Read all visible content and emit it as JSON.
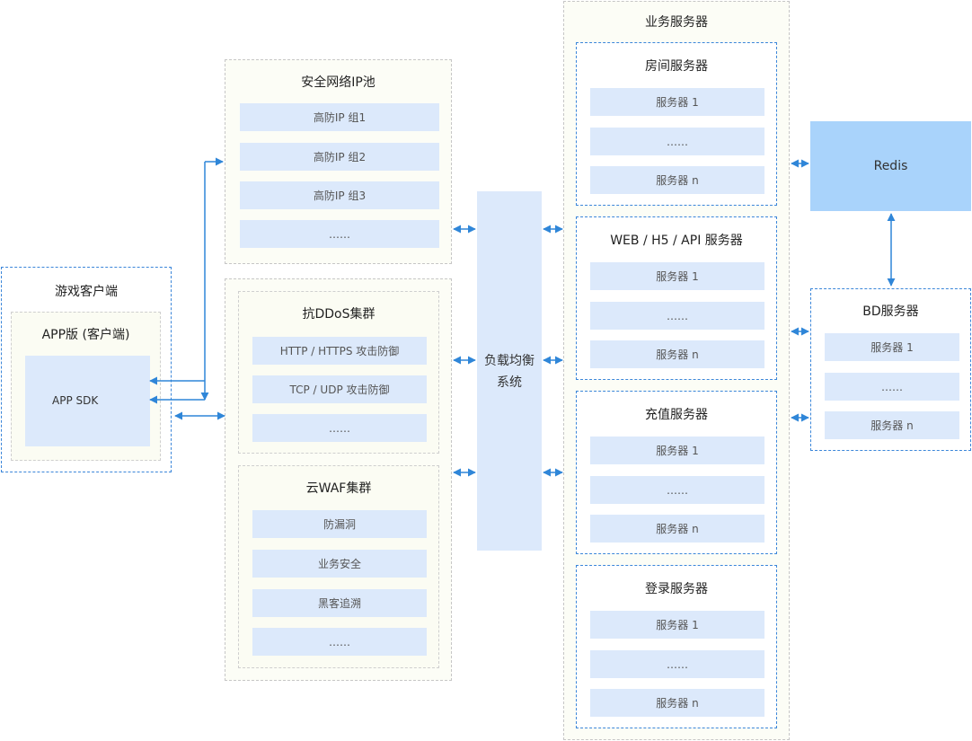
{
  "client": {
    "title": "游戏客户端",
    "app_title": "APP版 (客户端)",
    "sdk_label": "APP SDK"
  },
  "ip_pool": {
    "title": "安全网络IP池",
    "items": [
      "高防IP 组1",
      "高防IP 组2",
      "高防IP 组3",
      "……"
    ]
  },
  "ddos": {
    "title": "抗DDoS集群",
    "items": [
      "HTTP / HTTPS 攻击防御",
      "TCP / UDP 攻击防御",
      "……"
    ]
  },
  "waf": {
    "title": "云WAF集群",
    "items": [
      "防漏洞",
      "业务安全",
      "黑客追溯",
      "……"
    ]
  },
  "load_balancer": {
    "line1": "负载均衡",
    "line2": "系统"
  },
  "business": {
    "title": "业务服务器",
    "groups": [
      {
        "title": "房间服务器",
        "items": [
          "服务器 1",
          "……",
          "服务器 n"
        ]
      },
      {
        "title": "WEB / H5 / API 服务器",
        "items": [
          "服务器 1",
          "……",
          "服务器 n"
        ]
      },
      {
        "title": "充值服务器",
        "items": [
          "服务器 1",
          "……",
          "服务器 n"
        ]
      },
      {
        "title": "登录服务器",
        "items": [
          "服务器 1",
          "……",
          "服务器 n"
        ]
      }
    ]
  },
  "redis": {
    "label": "Redis"
  },
  "bd": {
    "title": "BD服务器",
    "items": [
      "服务器 1",
      "……",
      "服务器 n"
    ]
  },
  "colors": {
    "arrow": "#2f86d8",
    "box_fill": "#dce9fb",
    "redis_fill": "#a9d3fb",
    "dashed_blue": "#3b86d9"
  }
}
